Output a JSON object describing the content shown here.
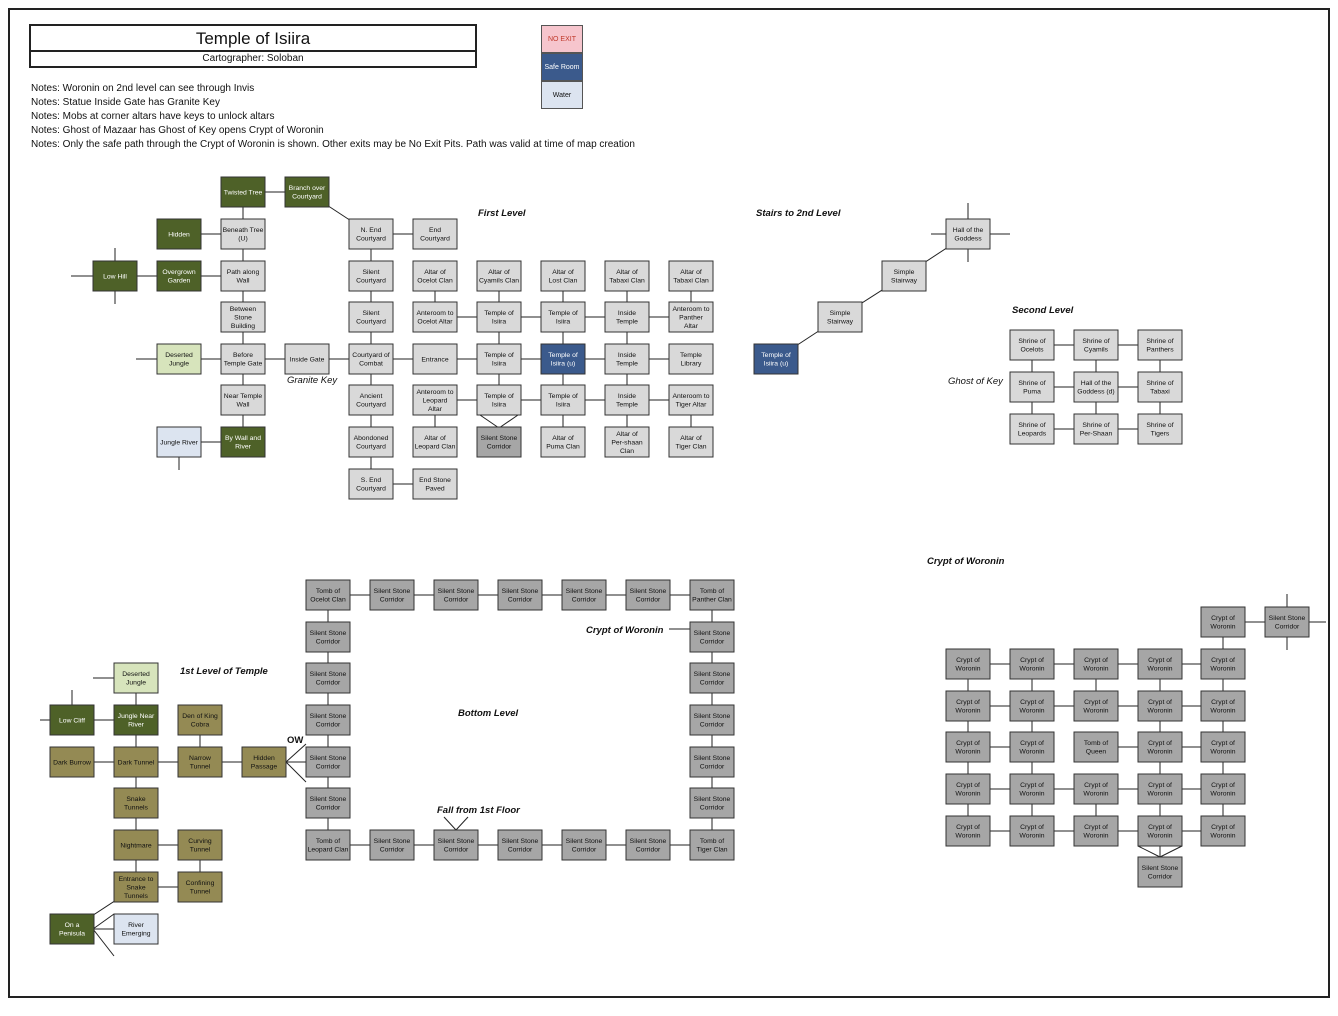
{
  "title": "Temple of Isiira",
  "subtitle": "Cartographer: Soloban",
  "notes": [
    "Notes: Woronin on 2nd level can see through Invis",
    "Notes: Statue Inside Gate has Granite Key",
    "Notes: Mobs at corner altars have keys to unlock altars",
    "Notes: Ghost of Mazaar has Ghost of Key opens Crypt of Woronin",
    "Notes: Only the safe path through the Crypt of Woronin is shown.  Other exits may be No Exit Pits.  Path was valid at time of map creation"
  ],
  "legend": [
    {
      "label": "NO EXIT",
      "color": "#f6c5cd",
      "text_color": "#c0392b"
    },
    {
      "label": "Safe Room",
      "color": "#3b5a8c",
      "text_color": "#ffffff"
    },
    {
      "label": "Water",
      "color": "#dce4f0",
      "text_color": "#111111"
    }
  ],
  "section_labels": {
    "first_level": "First Level",
    "stairs": "Stairs to 2nd Level",
    "second_level": "Second Level",
    "ghost_of_key": "Ghost of Key",
    "granite_key": "Granite Key",
    "crypt_title_right": "Crypt of Woronin",
    "crypt_title_bottom": "Crypt of Woronin",
    "first_level_of_temple": "1st Level of Temple",
    "bottom_level": "Bottom Level",
    "fall_from_first_floor": "Fall from 1st Floor",
    "ow": "OW"
  },
  "colors": {
    "forest": "#4e6128",
    "room_grey": "#d9d9d9",
    "corridor_grey": "#a6a6a6",
    "tunnel_olive": "#948a54",
    "water": "#dce4f0",
    "jungle_light": "#d7e4bc",
    "safe_blue": "#3b5a8c"
  },
  "rooms": [
    {
      "id": "twisted-tree",
      "label": "Twisted Tree",
      "type": "forest"
    },
    {
      "id": "branch-over-courtyard",
      "label": "Branch over Courtyard",
      "type": "forest"
    },
    {
      "id": "hidden",
      "label": "Hidden",
      "type": "forest"
    },
    {
      "id": "beneath-tree",
      "label": "Beneath Tree (U)",
      "type": "room"
    },
    {
      "id": "low-hill",
      "label": "Low Hill",
      "type": "forest"
    },
    {
      "id": "overgrown-garden",
      "label": "Overgrown Garden",
      "type": "forest"
    },
    {
      "id": "path-along-wall",
      "label": "Path along Wall",
      "type": "room"
    },
    {
      "id": "between-stone-building",
      "label": "Between Stone Building",
      "type": "room"
    },
    {
      "id": "deserted-jungle-1",
      "label": "Deserted Jungle",
      "type": "jungle"
    },
    {
      "id": "before-temple-gate",
      "label": "Before Temple Gate",
      "type": "room"
    },
    {
      "id": "inside-gate",
      "label": "Inside Gate",
      "type": "room"
    },
    {
      "id": "near-temple-wall",
      "label": "Near Temple Wall",
      "type": "room"
    },
    {
      "id": "jungle-river",
      "label": "Jungle River",
      "type": "water"
    },
    {
      "id": "by-wall-and-river",
      "label": "By Wall and River",
      "type": "forest"
    },
    {
      "id": "n-end-courtyard",
      "label": "N. End Courtyard",
      "type": "room"
    },
    {
      "id": "end-courtyard",
      "label": "End Courtyard",
      "type": "room"
    },
    {
      "id": "silent-courtyard-1",
      "label": "Silent Courtyard",
      "type": "room"
    },
    {
      "id": "silent-courtyard-2",
      "label": "Silent Courtyard",
      "type": "room"
    },
    {
      "id": "courtyard-of-combat",
      "label": "Courtyard of Combat",
      "type": "room"
    },
    {
      "id": "ancient-courtyard",
      "label": "Ancient Courtyard",
      "type": "room"
    },
    {
      "id": "abondoned-courtyard",
      "label": "Abondoned Courtyard",
      "type": "room"
    },
    {
      "id": "s-end-courtyard",
      "label": "S. End Courtyard",
      "type": "room"
    },
    {
      "id": "altar-ocelot-clan",
      "label": "Altar of Ocelot Clan",
      "type": "room"
    },
    {
      "id": "anteroom-ocelot-altar",
      "label": "Anteroom to Ocelot Altar",
      "type": "room"
    },
    {
      "id": "entrance",
      "label": "Entrance",
      "type": "room"
    },
    {
      "id": "anteroom-leopard-altar",
      "label": "Anteroom to Leopard Altar",
      "type": "room"
    },
    {
      "id": "altar-leopard-clan",
      "label": "Altar of Leopard Clan",
      "type": "room"
    },
    {
      "id": "end-stone-paved",
      "label": "End Stone Paved",
      "type": "room"
    },
    {
      "id": "altar-cyamils-clan",
      "label": "Altar of Cyamils Clan",
      "type": "room"
    },
    {
      "id": "temple-isiira-1",
      "label": "Temple of Isiira",
      "type": "room"
    },
    {
      "id": "temple-isiira-2",
      "label": "Temple of Isiira",
      "type": "room"
    },
    {
      "id": "temple-isiira-3",
      "label": "Temple of Isiira",
      "type": "room"
    },
    {
      "id": "silent-stone-corridor-1",
      "label": "Silent Stone Corridor",
      "type": "corridor"
    },
    {
      "id": "altar-lost-clan",
      "label": "Altar of Lost Clan",
      "type": "room"
    },
    {
      "id": "temple-isiira-4",
      "label": "Temple of Isiira",
      "type": "room"
    },
    {
      "id": "temple-isiira-u-1",
      "label": "Temple of Isiira (u)",
      "type": "safe"
    },
    {
      "id": "temple-isiira-5",
      "label": "Temple of Isiira",
      "type": "room"
    },
    {
      "id": "altar-puma-clan",
      "label": "Altar of Puma Clan",
      "type": "room"
    },
    {
      "id": "altar-tabaxi-clan-1",
      "label": "Altar of Tabaxi Clan",
      "type": "room"
    },
    {
      "id": "inside-temple-1",
      "label": "Inside Temple",
      "type": "room"
    },
    {
      "id": "inside-temple-2",
      "label": "Inside Temple",
      "type": "room"
    },
    {
      "id": "inside-temple-3",
      "label": "Inside Temple",
      "type": "room"
    },
    {
      "id": "altar-per-shaan-clan",
      "label": "Altar of Per-shaan Clan",
      "type": "room"
    },
    {
      "id": "altar-tabaxi-clan-2",
      "label": "Altar of Tabaxi Clan",
      "type": "room"
    },
    {
      "id": "anteroom-panther-altar",
      "label": "Anteroom to Panther Altar",
      "type": "room"
    },
    {
      "id": "temple-library",
      "label": "Temple Library",
      "type": "room"
    },
    {
      "id": "anteroom-tiger-altar",
      "label": "Anteroom to Tiger Altar",
      "type": "room"
    },
    {
      "id": "altar-tiger-clan",
      "label": "Altar of Tiger Clan",
      "type": "room"
    },
    {
      "id": "hall-of-the-goddess",
      "label": "Hall of the Goddess",
      "type": "room"
    },
    {
      "id": "simple-stairway-1",
      "label": "Simple Stairway",
      "type": "room"
    },
    {
      "id": "simple-stairway-2",
      "label": "Simple Stairway",
      "type": "room"
    },
    {
      "id": "temple-isiira-u-2",
      "label": "Temple of Isiira (u)",
      "type": "safe"
    },
    {
      "id": "shrine-ocelots",
      "label": "Shrine of Ocelots",
      "type": "room"
    },
    {
      "id": "shrine-cyamils",
      "label": "Shrine of Cyamils",
      "type": "room"
    },
    {
      "id": "shrine-panthers",
      "label": "Shrine of Panthers",
      "type": "room"
    },
    {
      "id": "shrine-puma",
      "label": "Shrine of Puma",
      "type": "room"
    },
    {
      "id": "hall-goddess-d",
      "label": "Hall of the Goddess (d)",
      "type": "room"
    },
    {
      "id": "shrine-tabaxi",
      "label": "Shrine of Tabaxi",
      "type": "room"
    },
    {
      "id": "shrine-leopards",
      "label": "Shrine of Leopards",
      "type": "room"
    },
    {
      "id": "shrine-per-shaan",
      "label": "Shrine of Per-Shaan",
      "type": "room"
    },
    {
      "id": "shrine-tigers",
      "label": "Shrine of Tigers",
      "type": "room"
    },
    {
      "id": "tomb-ocelot-clan",
      "label": "Tomb of Ocelot Clan",
      "type": "corridor"
    },
    {
      "id": "bl-corridor-t1",
      "label": "Silent Stone Corridor",
      "type": "corridor"
    },
    {
      "id": "bl-corridor-t2",
      "label": "Silent Stone Corridor",
      "type": "corridor"
    },
    {
      "id": "bl-corridor-t3",
      "label": "Silent Stone Corridor",
      "type": "corridor"
    },
    {
      "id": "bl-corridor-t4",
      "label": "Silent Stone Corridor",
      "type": "corridor"
    },
    {
      "id": "bl-corridor-t5",
      "label": "Silent Stone Corridor",
      "type": "corridor"
    },
    {
      "id": "tomb-panther-clan",
      "label": "Tomb of Panther Clan",
      "type": "corridor"
    },
    {
      "id": "bl-corridor-l1",
      "label": "Silent Stone Corridor",
      "type": "corridor"
    },
    {
      "id": "bl-corridor-l2",
      "label": "Silent Stone Corridor",
      "type": "corridor"
    },
    {
      "id": "bl-corridor-l3",
      "label": "Silent Stone Corridor",
      "type": "corridor"
    },
    {
      "id": "bl-corridor-l4",
      "label": "Silent Stone Corridor",
      "type": "corridor"
    },
    {
      "id": "bl-corridor-l5",
      "label": "Silent Stone Corridor",
      "type": "corridor"
    },
    {
      "id": "bl-corridor-r1",
      "label": "Silent Stone Corridor",
      "type": "corridor"
    },
    {
      "id": "bl-corridor-r2",
      "label": "Silent Stone Corridor",
      "type": "corridor"
    },
    {
      "id": "bl-corridor-r3",
      "label": "Silent Stone Corridor",
      "type": "corridor"
    },
    {
      "id": "bl-corridor-r4",
      "label": "Silent Stone Corridor",
      "type": "corridor"
    },
    {
      "id": "bl-corridor-r5",
      "label": "Silent Stone Corridor",
      "type": "corridor"
    },
    {
      "id": "tomb-leopard-clan",
      "label": "Tomb of Leopard Clan",
      "type": "corridor"
    },
    {
      "id": "bl-corridor-b1",
      "label": "Silent Stone Corridor",
      "type": "corridor"
    },
    {
      "id": "bl-corridor-b2",
      "label": "Silent Stone Corridor",
      "type": "corridor"
    },
    {
      "id": "bl-corridor-b3",
      "label": "Silent Stone Corridor",
      "type": "corridor"
    },
    {
      "id": "bl-corridor-b4",
      "label": "Silent Stone Corridor",
      "type": "corridor"
    },
    {
      "id": "bl-corridor-b5",
      "label": "Silent Stone Corridor",
      "type": "corridor"
    },
    {
      "id": "tomb-tiger-clan",
      "label": "Tomb of Tiger Clan",
      "type": "corridor"
    },
    {
      "id": "deserted-jungle-2",
      "label": "Deserted Jungle",
      "type": "jungle"
    },
    {
      "id": "low-cliff",
      "label": "Low Cliff",
      "type": "forest"
    },
    {
      "id": "jungle-near-river",
      "label": "Jungle Near River",
      "type": "forest"
    },
    {
      "id": "den-king-cobra",
      "label": "Den of King Cobra",
      "type": "tunnel"
    },
    {
      "id": "dark-burrow",
      "label": "Dark Burrow",
      "type": "tunnel"
    },
    {
      "id": "dark-tunnel",
      "label": "Dark Tunnel",
      "type": "tunnel"
    },
    {
      "id": "narrow-tunnel",
      "label": "Narrow Tunnel",
      "type": "tunnel"
    },
    {
      "id": "hidden-passage",
      "label": "Hidden Passage",
      "type": "tunnel"
    },
    {
      "id": "snake-tunnels",
      "label": "Snake Tunnels",
      "type": "tunnel"
    },
    {
      "id": "nightmare",
      "label": "Nightmare",
      "type": "tunnel"
    },
    {
      "id": "curving-tunnel",
      "label": "Curving Tunnel",
      "type": "tunnel"
    },
    {
      "id": "entrance-snake-tunnels",
      "label": "Entrance to Snake Tunnels",
      "type": "tunnel"
    },
    {
      "id": "confining-tunnel",
      "label": "Confining Tunnel",
      "type": "tunnel"
    },
    {
      "id": "on-a-penisula",
      "label": "On a Penisula",
      "type": "forest"
    },
    {
      "id": "river-emerging",
      "label": "River Emerging",
      "type": "water"
    },
    {
      "id": "crypt-top",
      "label": "Crypt of Woronin",
      "type": "corridor"
    },
    {
      "id": "crypt-top-corridor",
      "label": "Silent Stone Corridor",
      "type": "corridor"
    },
    {
      "id": "crypt-r1c1",
      "label": "Crypt of Woronin",
      "type": "corridor"
    },
    {
      "id": "crypt-r1c2",
      "label": "Crypt of Woronin",
      "type": "corridor"
    },
    {
      "id": "crypt-r1c3",
      "label": "Crypt of Woronin",
      "type": "corridor"
    },
    {
      "id": "crypt-r1c4",
      "label": "Crypt of Woronin",
      "type": "corridor"
    },
    {
      "id": "crypt-r1c5",
      "label": "Crypt of Woronin",
      "type": "corridor"
    },
    {
      "id": "crypt-r2c1",
      "label": "Crypt of Woronin",
      "type": "corridor"
    },
    {
      "id": "crypt-r2c2",
      "label": "Crypt of Woronin",
      "type": "corridor"
    },
    {
      "id": "crypt-r2c3",
      "label": "Crypt of Woronin",
      "type": "corridor"
    },
    {
      "id": "crypt-r2c4",
      "label": "Crypt of Woronin",
      "type": "corridor"
    },
    {
      "id": "crypt-r2c5",
      "label": "Crypt of Woronin",
      "type": "corridor"
    },
    {
      "id": "crypt-r3c1",
      "label": "Crypt of Woronin",
      "type": "corridor"
    },
    {
      "id": "crypt-r3c2",
      "label": "Crypt of Woronin",
      "type": "corridor"
    },
    {
      "id": "tomb-of-queen",
      "label": "Tomb of Queen",
      "type": "corridor"
    },
    {
      "id": "crypt-r3c4",
      "label": "Crypt of Woronin",
      "type": "corridor"
    },
    {
      "id": "crypt-r3c5",
      "label": "Crypt of Woronin",
      "type": "corridor"
    },
    {
      "id": "crypt-r4c1",
      "label": "Crypt of Woronin",
      "type": "corridor"
    },
    {
      "id": "crypt-r4c2",
      "label": "Crypt of Woronin",
      "type": "corridor"
    },
    {
      "id": "crypt-r4c3",
      "label": "Crypt of Woronin",
      "type": "corridor"
    },
    {
      "id": "crypt-r4c4",
      "label": "Crypt of Woronin",
      "type": "corridor"
    },
    {
      "id": "crypt-r4c5",
      "label": "Crypt of Woronin",
      "type": "corridor"
    },
    {
      "id": "crypt-r5c1",
      "label": "Crypt of Woronin",
      "type": "corridor"
    },
    {
      "id": "crypt-r5c2",
      "label": "Crypt of Woronin",
      "type": "corridor"
    },
    {
      "id": "crypt-r5c3",
      "label": "Crypt of Woronin",
      "type": "corridor"
    },
    {
      "id": "crypt-r5c4",
      "label": "Crypt of Woronin",
      "type": "corridor"
    },
    {
      "id": "crypt-r5c5",
      "label": "Crypt of Woronin",
      "type": "corridor"
    },
    {
      "id": "crypt-bottom-corridor",
      "label": "Silent Stone Corridor",
      "type": "corridor"
    }
  ]
}
